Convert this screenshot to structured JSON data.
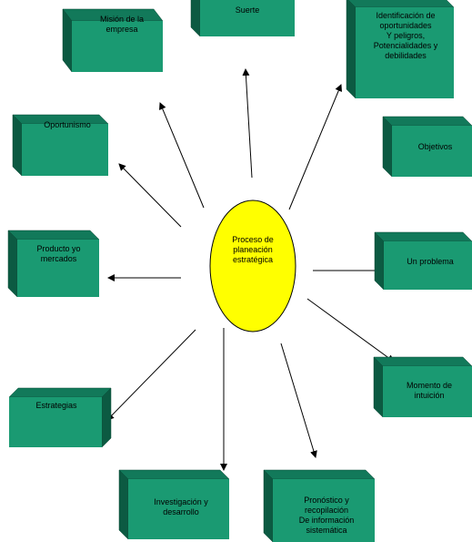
{
  "center": {
    "label": "Proceso de\nplaneación\nestratégica"
  },
  "nodes": [
    {
      "id": "mision",
      "label": "Misión de la\nempresa"
    },
    {
      "id": "suerte",
      "label": "Suerte"
    },
    {
      "id": "identificacion",
      "label": "Identificación de\noportunidades\nY peligros,\nPotencialidades y\ndebilidades"
    },
    {
      "id": "oportunismo",
      "label": "Oportunismo"
    },
    {
      "id": "objetivos",
      "label": "Objetivos"
    },
    {
      "id": "producto",
      "label": "Producto yo\nmercados"
    },
    {
      "id": "problema",
      "label": "Un problema"
    },
    {
      "id": "momento",
      "label": "Momento de\nintuición"
    },
    {
      "id": "estrategias",
      "label": "Estrategias"
    },
    {
      "id": "investigacion",
      "label": "Investigación y\ndesarrollo"
    },
    {
      "id": "pronostico",
      "label": "Pronóstico y\nrecopilación\nDe información\nsistemática"
    }
  ],
  "colors": {
    "box_front": "#1a9a72",
    "box_top": "#12795a",
    "box_side": "#0c5a42",
    "ellipse_fill": "#ffff00",
    "stroke": "#000000"
  }
}
